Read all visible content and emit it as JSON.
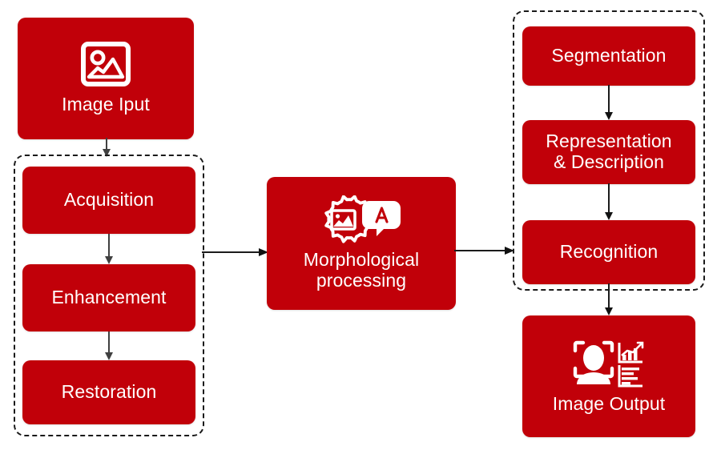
{
  "diagram": {
    "title": "Digital Image Processing Pipeline",
    "colors": {
      "node_fill": "#C10009",
      "node_text": "#FFFFFF",
      "background": "#FFFFFF",
      "group_border": "#1A1A1A",
      "arrow": "#404040"
    },
    "nodes": {
      "image_input": {
        "label": "Image Iput",
        "icon": "picture-icon"
      },
      "acquisition": {
        "label": "Acquisition"
      },
      "enhancement": {
        "label": "Enhancement"
      },
      "restoration": {
        "label": "Restoration"
      },
      "morphological": {
        "label": "Morphological\nprocessing",
        "icon": "gear-image-speech-icon"
      },
      "segmentation": {
        "label": "Segmentation"
      },
      "representation": {
        "label": "Representation\n& Description"
      },
      "recognition": {
        "label": "Recognition"
      },
      "image_output": {
        "label": "Image Output",
        "icon": "face-recognition-chart-icon"
      }
    },
    "groups": {
      "preprocess": {
        "name": "preprocessing-group",
        "members": [
          "Acquisition",
          "Enhancement",
          "Restoration"
        ]
      },
      "analysis": {
        "name": "analysis-group",
        "members": [
          "Segmentation",
          "Representation & Description",
          "Recognition"
        ]
      }
    },
    "connections": [
      {
        "from": "Image Iput",
        "to": "preprocessing-group",
        "direction": "down"
      },
      {
        "from": "Acquisition",
        "to": "Enhancement",
        "direction": "down"
      },
      {
        "from": "Enhancement",
        "to": "Restoration",
        "direction": "down"
      },
      {
        "from": "preprocessing-group",
        "to": "Morphological processing",
        "direction": "right"
      },
      {
        "from": "Morphological processing",
        "to": "analysis-group",
        "direction": "right"
      },
      {
        "from": "Segmentation",
        "to": "Representation & Description",
        "direction": "down"
      },
      {
        "from": "Representation & Description",
        "to": "Recognition",
        "direction": "down"
      },
      {
        "from": "Recognition",
        "to": "Image Output",
        "direction": "down"
      }
    ]
  }
}
